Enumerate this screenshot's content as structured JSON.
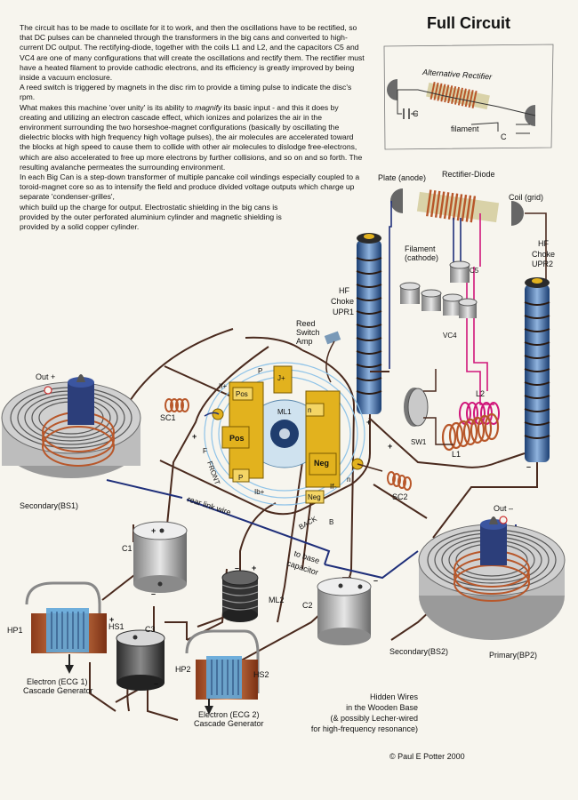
{
  "title": "Full Circuit",
  "intro": {
    "p1": "The circuit has to be made to oscillate for it to work, and then the oscillations have to be rectified, so that DC pulses can be channeled through the transformers in the big cans and converted to high-current DC output. The rectifying-diode, together with the coils L1 and L2, and the capacitors C5 and VC4 are one of many configurations that will create the oscillations and rectify them. The rectifier must have a heated filament to provide cathodic electrons, and its efficiency is greatly improved by being inside a vacuum enclosure.",
    "p2": "A reed switch is triggered by magnets in the disc rim to provide a timing pulse to indicate the disc's rpm.",
    "p3a": "What makes this machine 'over unity' is its ability to ",
    "p3em": "magnify",
    "p3b": " its basic input - and this it does by creating and utilizing an electron cascade effect, which ionizes and polarizes the air in the environment surrounding the two horseshoe-magnet configurations (basically by oscillating the dielectric blocks with high frequency high voltage pulses), the air molecules are accelerated toward the blocks at high speed to cause them to collide with other air molecules to dislodge free-electrons, which are also accelerated to free up more electrons by further collisions, and so on and so forth. The resulting avalanche permeates the surrounding environment.",
    "p4": "In each Big Can is a step-down transformer of multiple pancake coil windings especially coupled to a toroid-magnet core so as to intensify the field and produce divided voltage outputs which charge up separate 'condenser-grilles',",
    "p5": "which build up the charge for output. Electrostatic shielding in the big cans is provided by the outer perforated aluminium cylinder and magnetic shielding is provided by a solid copper cylinder."
  },
  "inset": {
    "title": "Alternative Rectifier",
    "c_left": "C",
    "c_right": "C",
    "filament": "filament"
  },
  "labels": {
    "plate": "Plate (anode)",
    "rectifier_diode": "Rectifier-Diode",
    "coil_grid": "Coil (grid)",
    "filament_line1": "Filament",
    "filament_line2": "(cathode)",
    "c5": "C5",
    "vc4": "VC4",
    "l2": "L2",
    "l1": "L1",
    "sw1": "SW1",
    "hf1": "HF",
    "choke1": "Choke",
    "upr1": "UPR1",
    "hf2": "HF",
    "choke2": "Choke",
    "upr2": "UPR2",
    "reed1": "Reed",
    "reed2": "Switch",
    "reed3": "Amp",
    "out_plus": "Out +",
    "out_minus": "Out –",
    "sc1": "SC1",
    "sc2": "SC2",
    "secondary_bs1": "Secondary(BS1)",
    "secondary_bs2": "Secondary(BS2)",
    "primary_bp2": "Primary(BP2)",
    "rear_link": "rear link wire",
    "to_base1": "to base",
    "to_base2": "capacitor",
    "c1": "C1",
    "c2": "C2",
    "c3": "C3",
    "ml1": "ML1",
    "ml2": "ML2",
    "hp1": "HP1",
    "hs1": "HS1",
    "hp2": "HP2",
    "hs2": "HS2",
    "ecg1_1": "Electron (ECG 1)",
    "ecg1_2": "Cascade Generator",
    "ecg2_1": "Electron (ECG 2)",
    "ecg2_2": "Cascade Generator",
    "pos": "Pos",
    "neg": "Neg",
    "front": "FRONT",
    "back": "BACK",
    "p": "P",
    "n": "n",
    "f": "F",
    "b": "B",
    "if_plus": "If+",
    "if_minus": "If-",
    "ib_plus": "Ib+",
    "jplus": "J+",
    "plus": "+",
    "minus": "–"
  },
  "hidden_wires": {
    "line1": "Hidden Wires",
    "line2": "in the Wooden Base",
    "line3": "(& possibly Lecher-wired",
    "line4": "for high-frequency resonance)"
  },
  "copyright": "© Paul E Potter 2000",
  "colors": {
    "background": "#f7f5ee",
    "wire": "#4a2a1e",
    "blue_wire": "#1f2f7a",
    "magenta_wire": "#d0167a",
    "gold": "#e2b21e",
    "copper": "#b8572a",
    "grey": "#9a9a9a"
  }
}
